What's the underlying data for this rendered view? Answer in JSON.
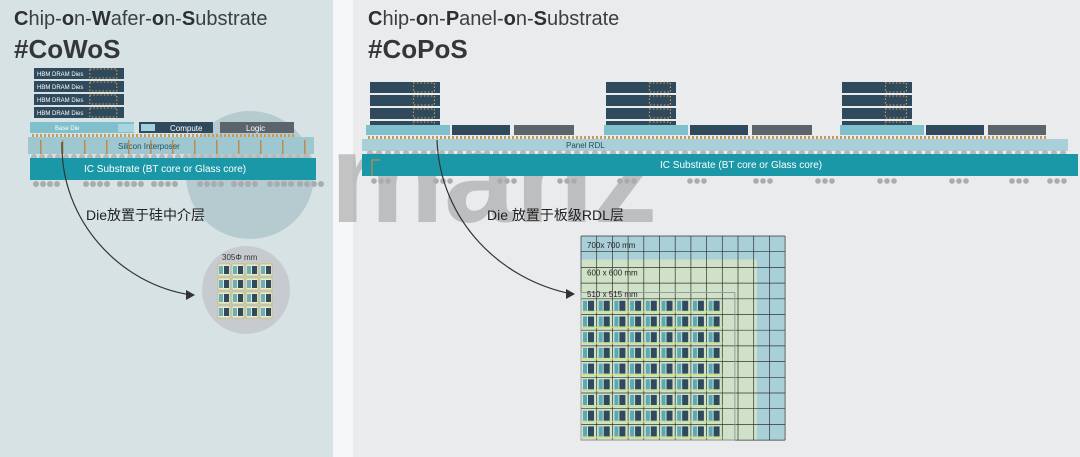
{
  "left": {
    "title_parts": [
      {
        "text": "C",
        "b": true
      },
      {
        "text": "hip-",
        "b": false
      },
      {
        "text": "o",
        "b": true
      },
      {
        "text": "n-",
        "b": false
      },
      {
        "text": "W",
        "b": true
      },
      {
        "text": "afer-",
        "b": false
      },
      {
        "text": "o",
        "b": true
      },
      {
        "text": "n-",
        "b": false
      },
      {
        "text": "S",
        "b": true
      },
      {
        "text": "ubstrate",
        "b": false
      }
    ],
    "tag": "#CoWoS",
    "hbm_label": "HBM DRAM Dies",
    "base_die": "Base Die",
    "compute": "Compute",
    "logic": "Logic",
    "interposer": "Silicon Interposer",
    "substrate": "IC Substrate (BT core or Glass core)",
    "caption": "Die放置于硅中介层",
    "wafer_label": "305Φ mm"
  },
  "right": {
    "title_parts": [
      {
        "text": "C",
        "b": true
      },
      {
        "text": "hip-",
        "b": false
      },
      {
        "text": "o",
        "b": true
      },
      {
        "text": "n-",
        "b": false
      },
      {
        "text": "P",
        "b": true
      },
      {
        "text": "anel-",
        "b": false
      },
      {
        "text": "o",
        "b": true
      },
      {
        "text": "n-",
        "b": false
      },
      {
        "text": "S",
        "b": true
      },
      {
        "text": "ubstrate",
        "b": false
      }
    ],
    "tag": "#CoPoS",
    "panel_rdl": "Panel RDL",
    "substrate": "IC Substrate (BT core or Glass core)",
    "caption": "Die 放置于板级RDL层",
    "panel_sizes": [
      "700x 700 mm",
      "600 x 600 mm",
      "510 x 515 mm"
    ]
  },
  "watermark": "manz",
  "colors": {
    "teal": "#1b98a8",
    "teal_dark": "#17707d",
    "die_dark": "#2f4a5c",
    "logic_gray": "#5b636b",
    "grid_blue": "#a9cfd8",
    "grid_green": "#cfe2c8"
  }
}
